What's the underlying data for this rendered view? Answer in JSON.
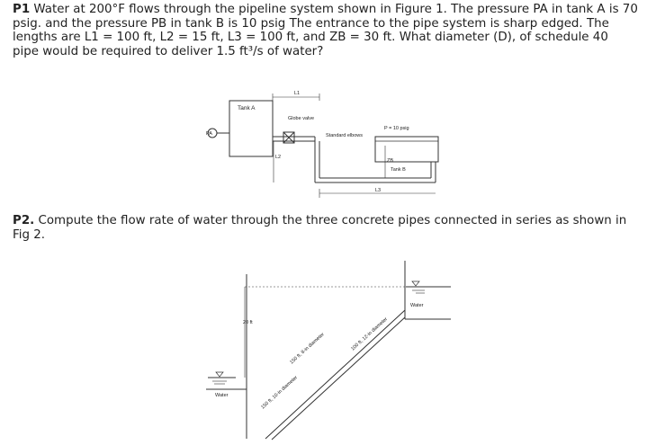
{
  "p1": {
    "label": "P1",
    "text": "Water at 200°F flows through the pipeline system shown in Figure 1. The pressure PA in tank A is 70 psig. and the pressure PB in tank B is 10 psig The entrance to the pipe system is sharp edged. The lengths are L1 = 100 ft, L2 = 15 ft, L3 = 100 ft, and ZB = 30 ft. What diameter (D), of schedule 40 pipe would be required to deliver 1.5 ft³/s of water?"
  },
  "p2": {
    "label": "P2.",
    "text": "Compute the flow rate of water through the three concrete pipes connected in series as shown in Fig 2."
  },
  "fig1": {
    "tank_a": "Tank A",
    "globe_valve": "Globe valve",
    "standard_elbows": "Standard elbows",
    "pressure_b": "P = 10 psig",
    "tank_b": "Tank B",
    "pa": "PA",
    "l1": "L1",
    "l2": "L2",
    "l3": "L3",
    "zb": "ZB"
  },
  "fig2": {
    "water_top": "Water",
    "water_bottom": "Water",
    "height": "20 ft",
    "pipe_upper": "100 ft, 12-in diameter",
    "pipe_middle": "150 ft, 8-in diameter",
    "pipe_lower": "150 ft, 10-in diameter"
  }
}
